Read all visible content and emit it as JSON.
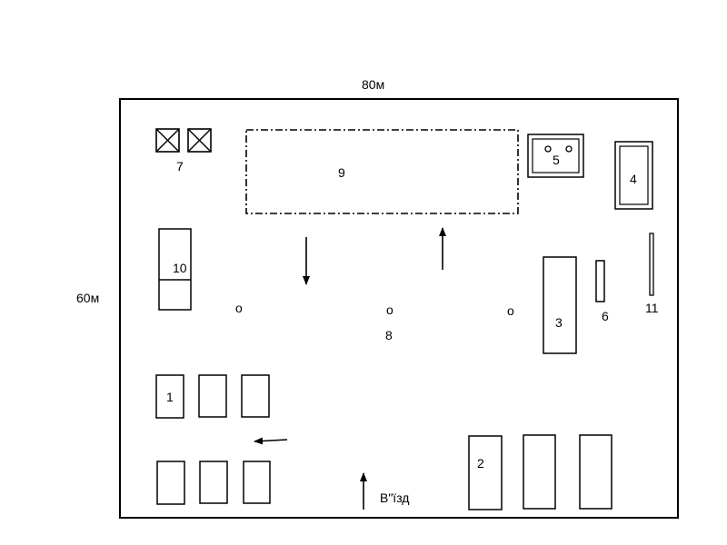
{
  "plan": {
    "width_label": "80м",
    "height_label": "60м",
    "entry_label": "В\"їзд",
    "stroke_color": "#000000",
    "background": "#ffffff"
  },
  "labels": {
    "n1": "1",
    "n2": "2",
    "n3": "3",
    "n4": "4",
    "n5": "5",
    "n6": "6",
    "n7": "7",
    "n8": "8",
    "n9": "9",
    "n10": "10",
    "n11": "11",
    "lamp": "o"
  }
}
